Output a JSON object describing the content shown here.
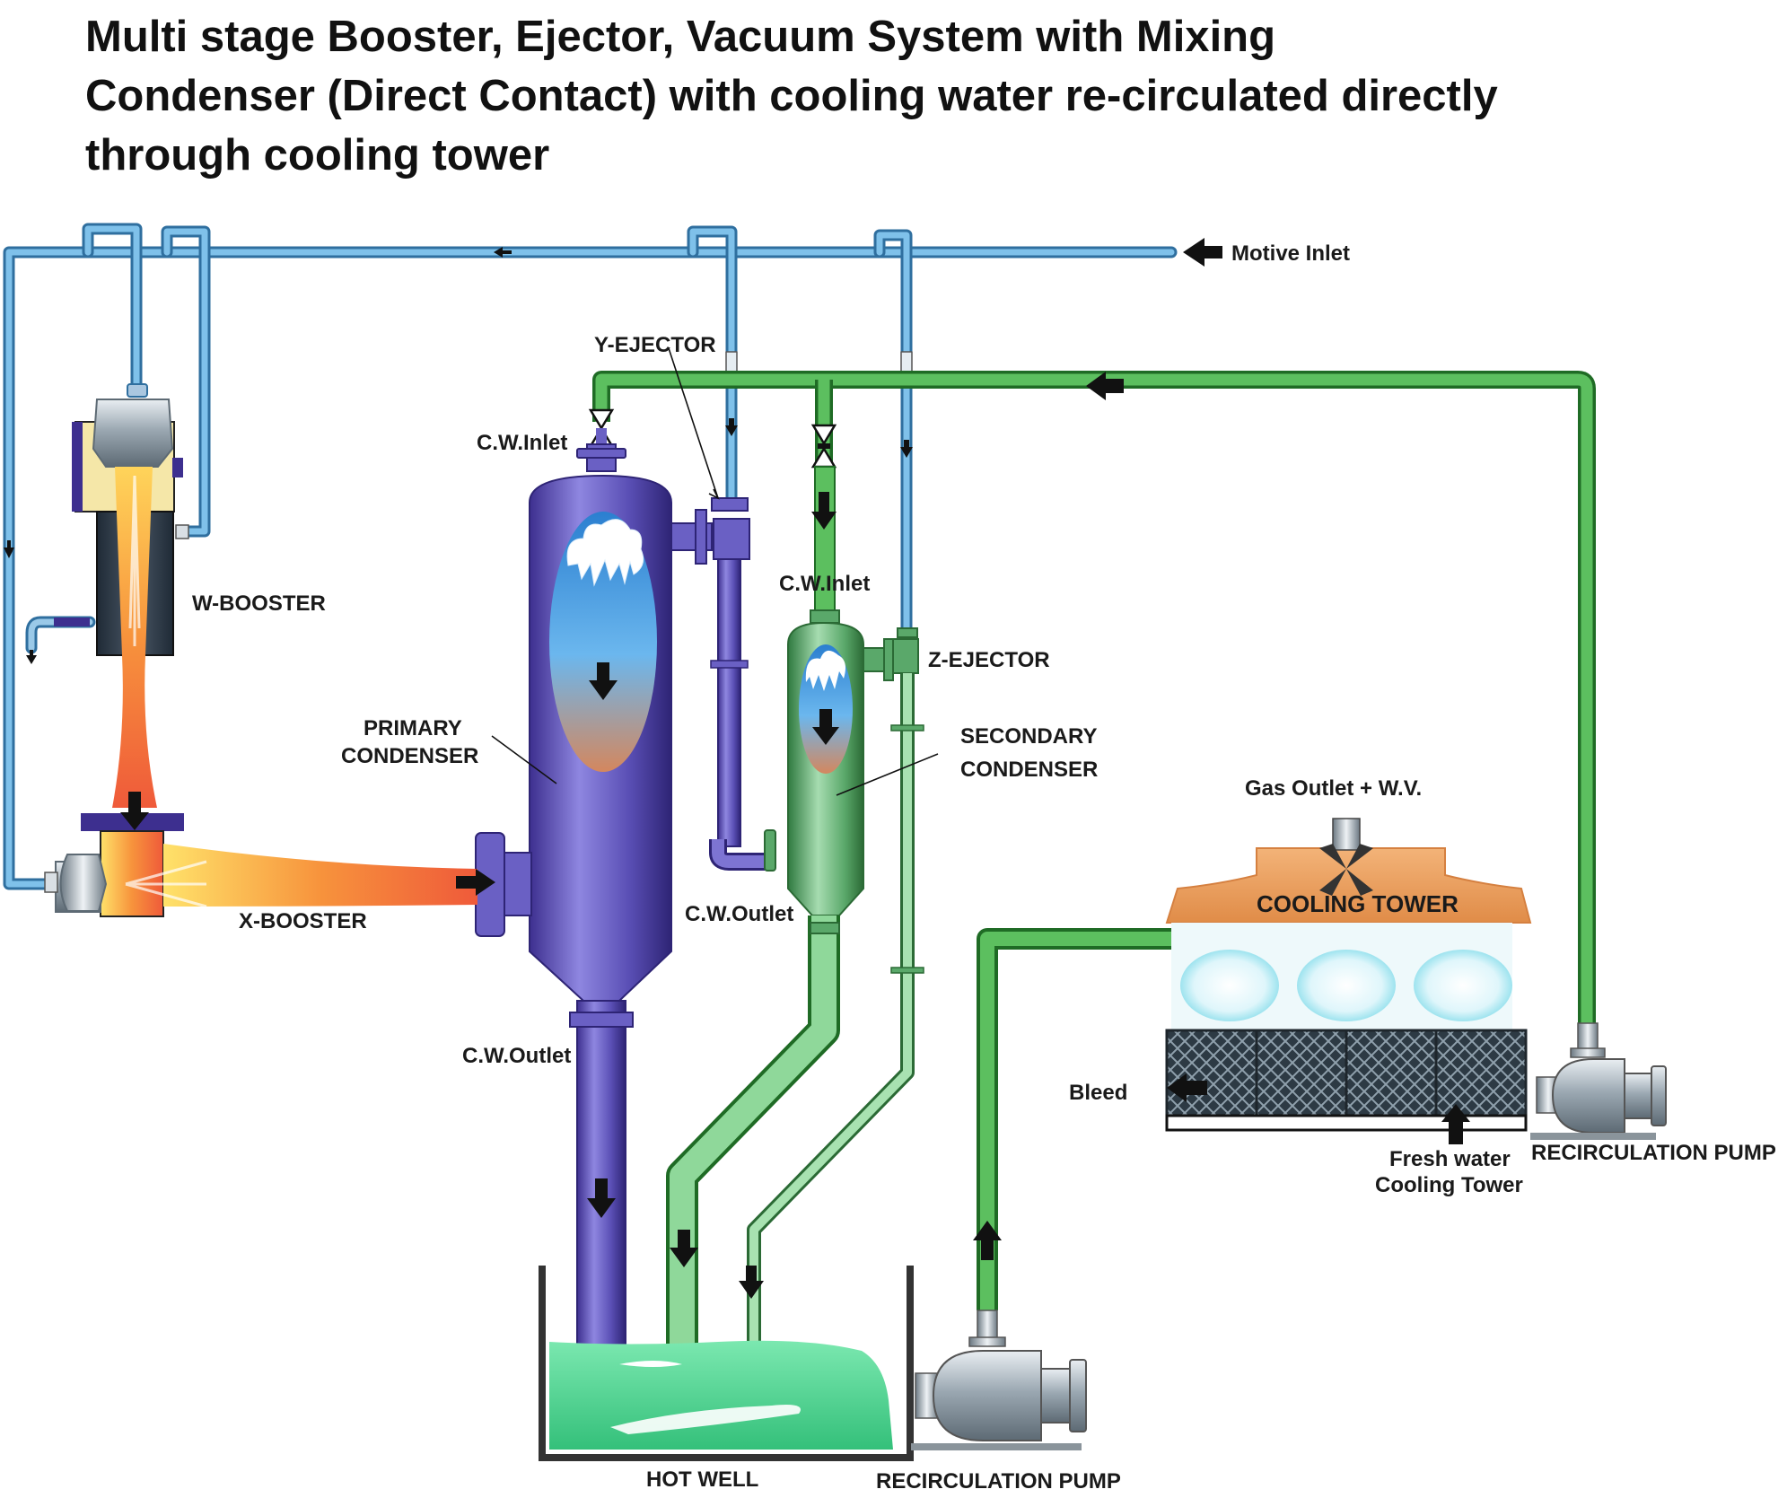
{
  "title": {
    "line1": "Multi stage Booster, Ejector, Vacuum System with Mixing",
    "line2": "Condenser (Direct Contact) with cooling water re-circulated directly",
    "line3": "through cooling tower"
  },
  "labels": {
    "motive_inlet": "Motive Inlet",
    "y_ejector": "Y-EJECTOR",
    "z_ejector": "Z-EJECTOR",
    "w_booster": "W-BOOSTER",
    "x_booster": "X-BOOSTER",
    "cw_inlet_primary": "C.W.Inlet",
    "cw_inlet_secondary": "C.W.Inlet",
    "cw_outlet_primary": "C.W.Outlet",
    "cw_outlet_secondary": "C.W.Outlet",
    "primary_condenser_1": "PRIMARY",
    "primary_condenser_2": "CONDENSER",
    "secondary_condenser_1": "SECONDARY",
    "secondary_condenser_2": "CONDENSER",
    "gas_outlet": "Gas Outlet + W.V.",
    "cooling_tower": "COOLING TOWER",
    "bleed": "Bleed",
    "fresh_water_1": "Fresh water",
    "fresh_water_2": "Cooling Tower",
    "recirc_pump_right": "RECIRCULATION PUMP",
    "recirc_pump_bottom": "RECIRCULATION PUMP",
    "hot_well": "HOT WELL"
  },
  "colors": {
    "steam_pipe": "#6fb3e0",
    "steam_pipe_edge": "#2f6f9f",
    "water_pipe": "#4caf50",
    "water_pipe_edge": "#1f6b25",
    "primary_condenser": "#5a4fb5",
    "secondary_condenser": "#5aa86a",
    "hot_well_water": "#4fd68e",
    "cooling_tower_roof": "#eea05c",
    "booster_flame": "#f36a3a"
  }
}
